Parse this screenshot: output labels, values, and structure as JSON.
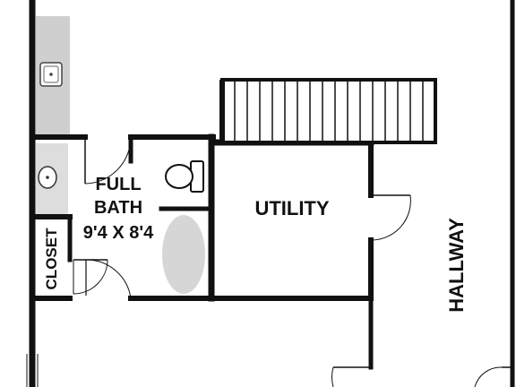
{
  "colors": {
    "wall": "#111111",
    "counter": "#cfcfcf",
    "fixture": "#d6d6d6",
    "background": "#ffffff"
  },
  "rooms": {
    "full_bath_line1": "FULL",
    "full_bath_line2": "BATH",
    "full_bath_dims": "9'4 X 8'4",
    "closet": "CLOSET",
    "utility": "UTILITY",
    "hallway": "HALLWAY"
  },
  "fixtures": [
    "sink-icon",
    "toilet-icon",
    "bathtub-icon",
    "stairs"
  ]
}
